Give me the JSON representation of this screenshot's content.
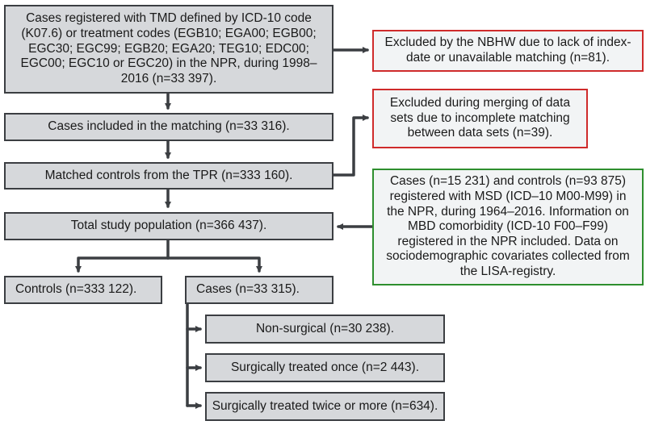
{
  "colors": {
    "box_fill": "#d6d8db",
    "box_border": "#3b3e42",
    "excluded_border": "#cf2b2b",
    "added_border": "#2e8f2e",
    "side_fill": "#f2f4f5",
    "connector": "#3b3e42"
  },
  "boxes": {
    "registered": "Cases registered with TMD defined by ICD-10 code (K07.6) or treatment codes (EGB10; EGA00; EGB00; EGC30; EGC99; EGB20; EGA20; TEG10; EDC00; EGC00; EGC10 or EGC20) in the NPR, during 1998–2016 (n=33 397).",
    "matching": "Cases included in the matching (n=33 316).",
    "controls_tpr": "Matched controls from the TPR (n=333 160).",
    "total": "Total study population (n=366 437).",
    "controls": "Controls (n=333 122).",
    "cases": "Cases (n=33 315).",
    "non_surgical": "Non-surgical (n=30 238).",
    "surgical_once": "Surgically treated once (n=2 443).",
    "surgical_twice": "Surgically treated twice or more (n=634).",
    "excluded_nbhw": "Excluded by the NBHW due to lack of index-date or unavailable matching (n=81).",
    "excluded_merge": "Excluded during merging of data sets due to incomplete matching between data sets (n=39).",
    "included_msd": "Cases (n=15 231) and controls (n=93 875) registered with MSD (ICD–10 M00-M99) in the NPR, during 1964–2016. Information on MBD comorbidity (ICD-10 F00–F99) registered in the NPR included. Data on sociodemographic covariates collected from the LISA-registry."
  }
}
